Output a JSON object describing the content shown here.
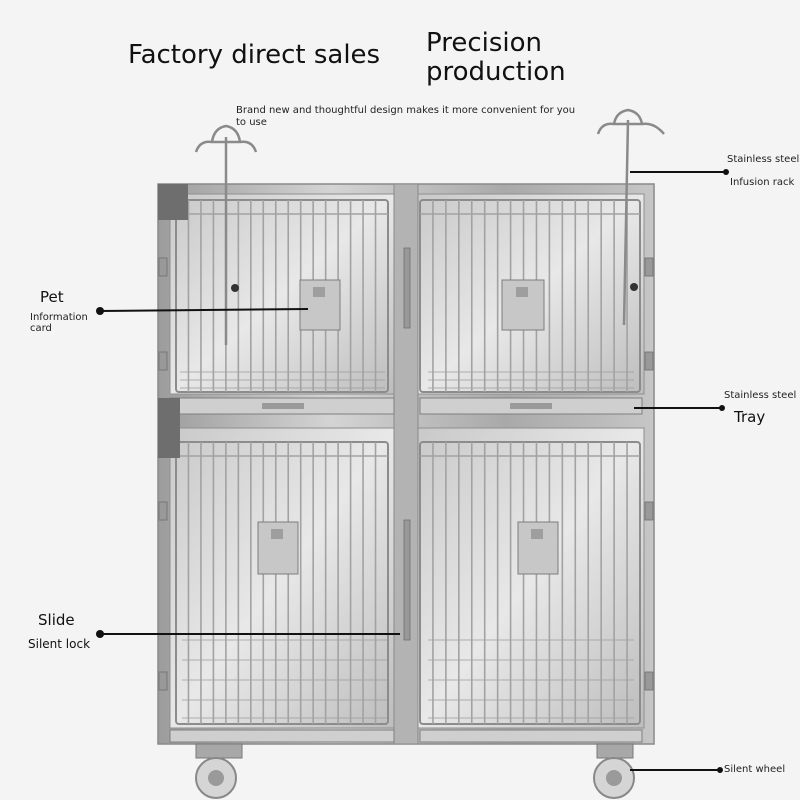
{
  "headlines": {
    "left": "Factory direct sales",
    "right_line1": "Precision",
    "right_line2": "production"
  },
  "tagline": "Brand new and thoughtful design makes it more convenient for you to use",
  "callouts": {
    "pet_title": "Pet",
    "pet_sub": "Information card",
    "infusion_top": "Stainless steel",
    "infusion_bottom": "Infusion rack",
    "tray_top": "Stainless steel",
    "tray_bottom": "Tray",
    "slide_title": "Slide",
    "slide_sub": "Silent lock",
    "wheel": "Silent wheel"
  },
  "colors": {
    "background": "#f4f4f4",
    "steel": "#b9b9b9",
    "steel_dark": "#8a8a8a",
    "wire": "#cfcfcf",
    "line": "#111111"
  }
}
